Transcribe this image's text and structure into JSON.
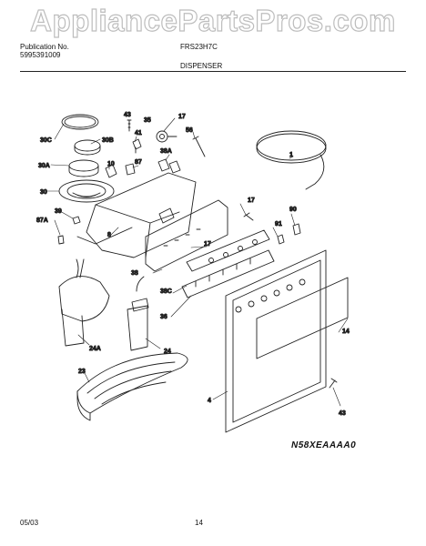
{
  "watermark": "AppliancePartsPros.com",
  "header": {
    "publication_label": "Publication No.",
    "publication_number": "5995391009",
    "model": "FRS23H7C",
    "section": "DISPENSER"
  },
  "callouts": [
    "43",
    "35",
    "17",
    "30C",
    "30B",
    "41",
    "56",
    "38A",
    "87",
    "30A",
    "10",
    "1",
    "30",
    "39",
    "17",
    "87A",
    "90",
    "91",
    "8",
    "17",
    "38",
    "38C",
    "36",
    "14",
    "24A",
    "24",
    "23",
    "4",
    "43"
  ],
  "model_code": "N58XEAAAA0",
  "footer": {
    "date": "05/03",
    "page": "14"
  }
}
